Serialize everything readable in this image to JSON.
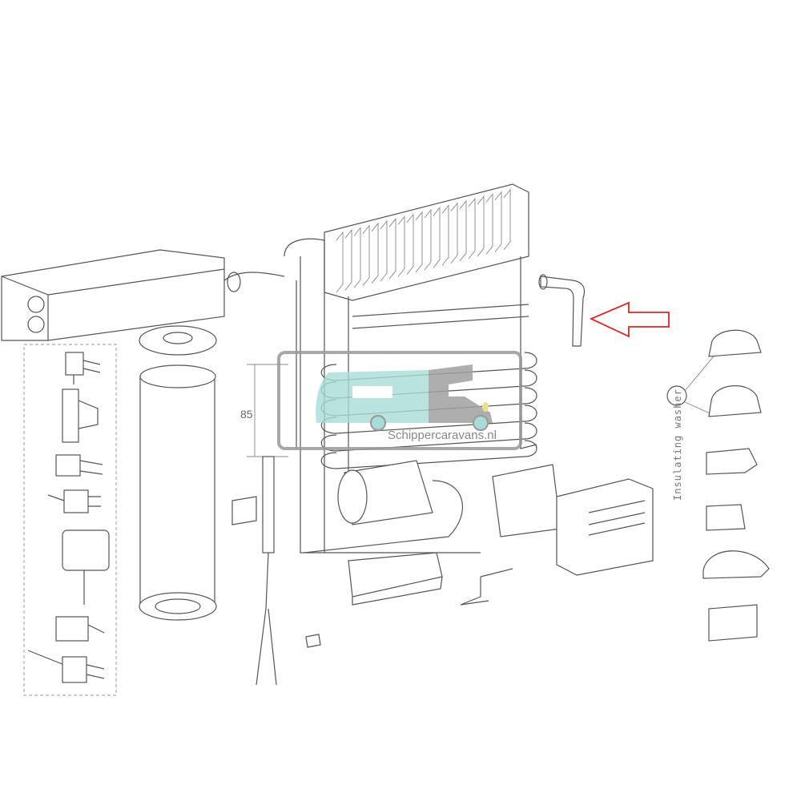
{
  "diagram": {
    "dimension_label": "85",
    "callout_label": "Insulating washer",
    "watermark_text": "Schippercaravans.nl",
    "highlight_arrow_color": "#d42a2a",
    "watermark_colors": {
      "teal": "#a8dcd6",
      "gray": "#a0a0a0",
      "headlight": "#e8e08a"
    }
  }
}
